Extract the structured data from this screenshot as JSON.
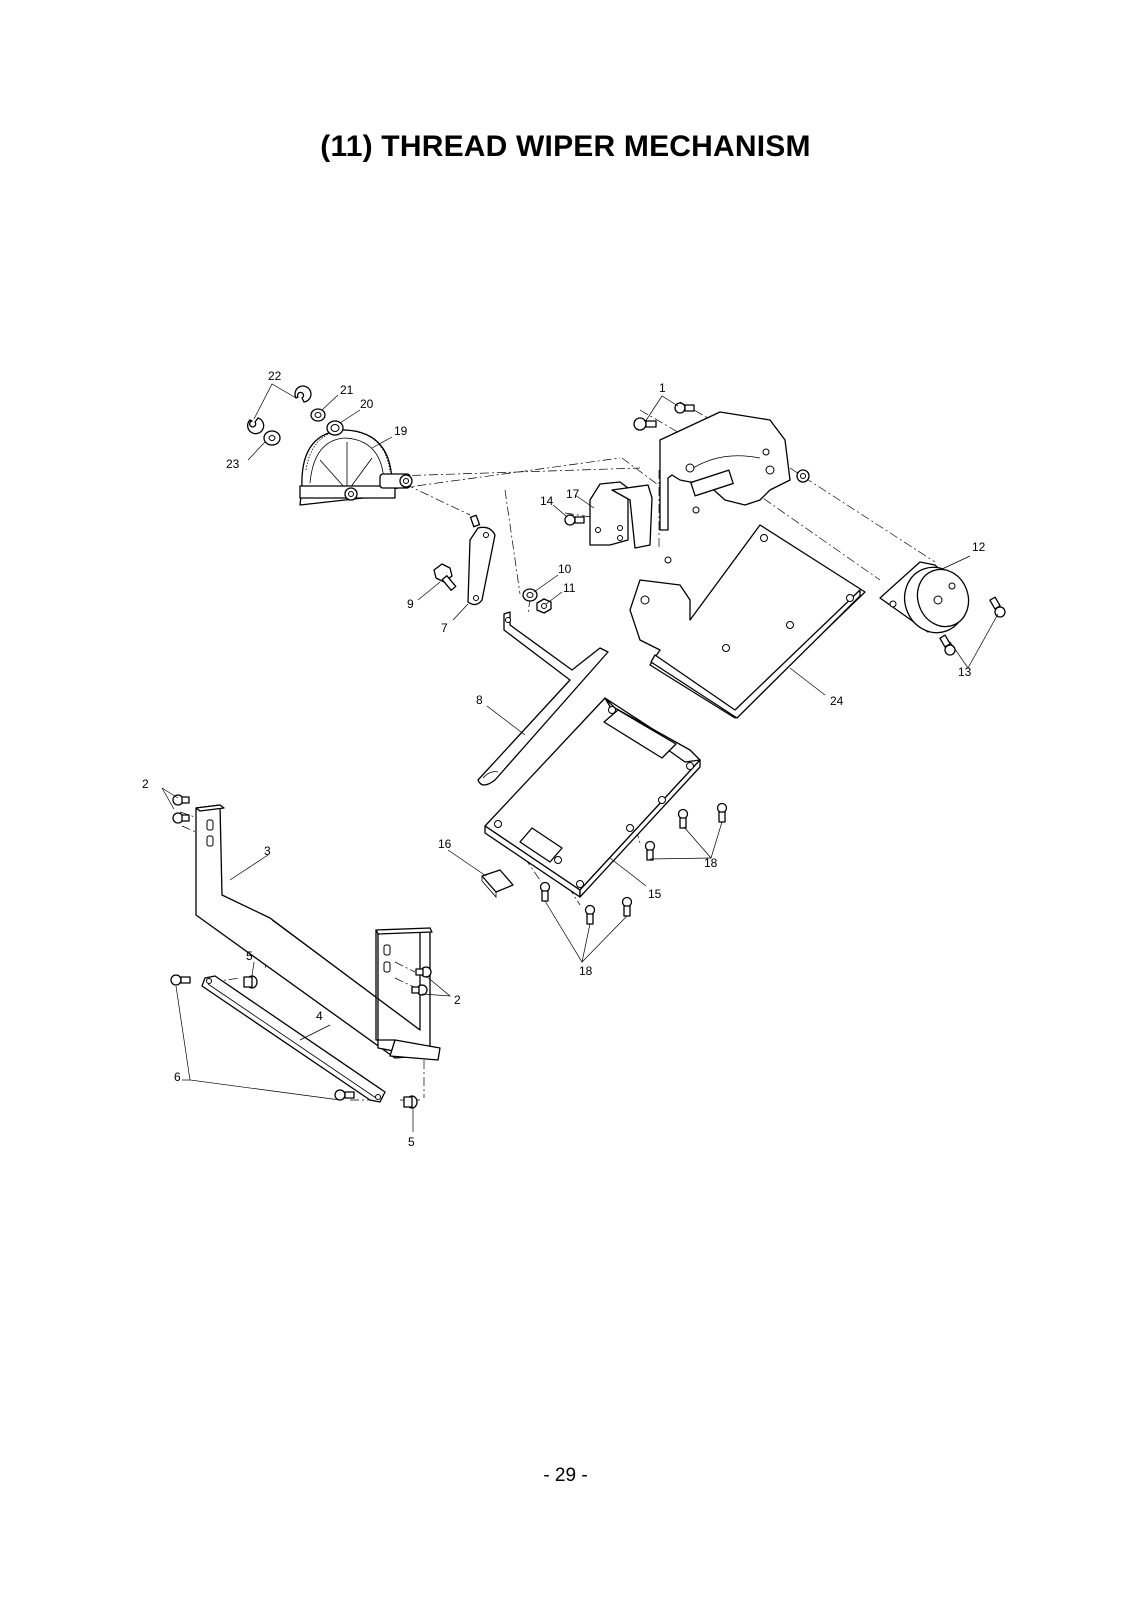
{
  "page": {
    "title": "(11) THREAD WIPER MECHANISM",
    "page_number": "- 29 -"
  },
  "callouts": [
    "22",
    "21",
    "20",
    "19",
    "23",
    "1",
    "17",
    "14",
    "10",
    "11",
    "9",
    "7",
    "12",
    "13",
    "24",
    "8",
    "2",
    "3",
    "16",
    "15",
    "18",
    "18",
    "5",
    "2",
    "4",
    "6",
    "5"
  ]
}
